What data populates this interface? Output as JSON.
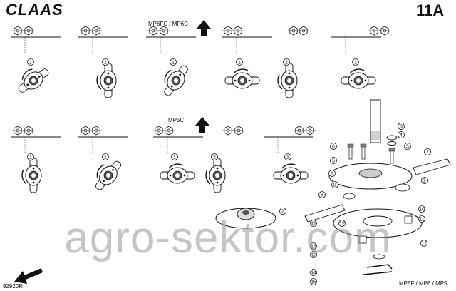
{
  "header": {
    "brand": "CLAAS",
    "page": "11A"
  },
  "figure": {
    "arrow_labels": [
      "MP6FC / MP6C",
      "MP5C"
    ],
    "part_callouts": [
      "1",
      "2",
      "3",
      "4",
      "5",
      "6",
      "7",
      "8",
      "9",
      "10",
      "11",
      "12",
      "13",
      "14",
      "15"
    ],
    "bottom_caption": "MP6F / MP6 / MP5",
    "drawing_number": "92920R"
  },
  "watermark": "agro-sektor.com",
  "colors": {
    "ink": "#111111",
    "watermark": "#969696"
  }
}
